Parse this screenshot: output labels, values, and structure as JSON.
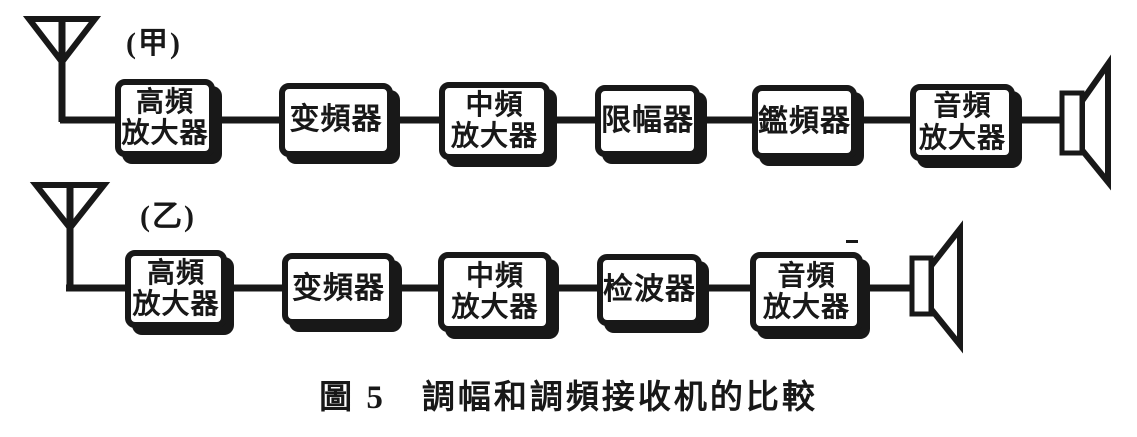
{
  "figure": {
    "caption": "圖 5　調幅和調頻接收机的比較",
    "ink_color": "#181818",
    "paper_color": "#ffffff"
  },
  "row_a": {
    "label": "(甲)",
    "source_icon": "antenna",
    "sink_icon": "speaker",
    "blocks": [
      {
        "label": "高頻\n放大器"
      },
      {
        "label": "变頻器"
      },
      {
        "label": "中頻\n放大器"
      },
      {
        "label": "限幅器"
      },
      {
        "label": "鑑頻器"
      },
      {
        "label": "音頻\n放大器"
      }
    ]
  },
  "row_b": {
    "label": "(乙)",
    "source_icon": "antenna",
    "sink_icon": "speaker",
    "blocks": [
      {
        "label": "高頻\n放大器"
      },
      {
        "label": "变頻器"
      },
      {
        "label": "中頻\n放大器"
      },
      {
        "label": "检波器"
      },
      {
        "label": "音頻\n放大器"
      }
    ]
  }
}
